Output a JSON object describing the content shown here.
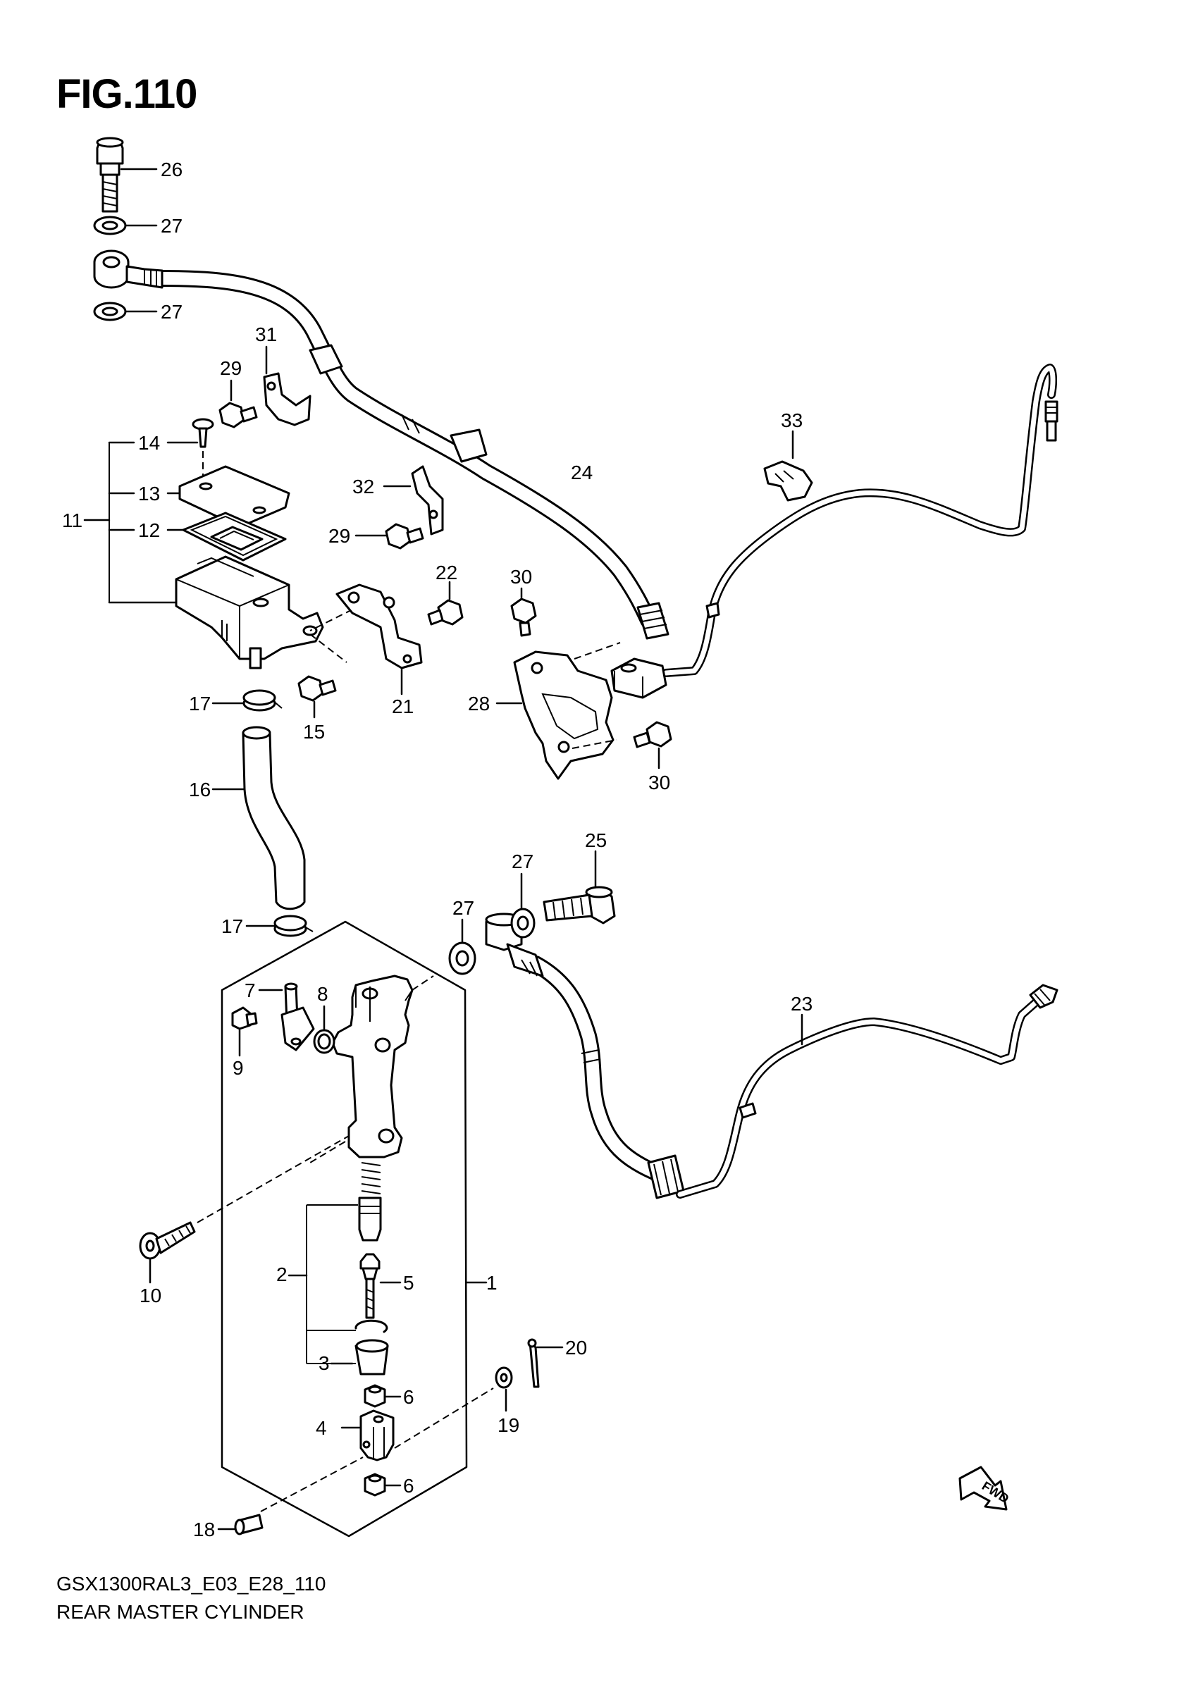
{
  "figure": {
    "title": "FIG.110",
    "model_code": "GSX1300RAL3_E03_E28_110",
    "name": "REAR MASTER CYLINDER"
  },
  "fwd_label": "FWD",
  "callouts": [
    "1",
    "2",
    "3",
    "4",
    "5",
    "6",
    "6",
    "7",
    "8",
    "9",
    "10",
    "11",
    "12",
    "13",
    "14",
    "15",
    "16",
    "17",
    "17",
    "18",
    "19",
    "20",
    "21",
    "22",
    "23",
    "24",
    "25",
    "26",
    "27",
    "27",
    "27",
    "27",
    "28",
    "29",
    "29",
    "30",
    "30",
    "31",
    "32",
    "33"
  ]
}
